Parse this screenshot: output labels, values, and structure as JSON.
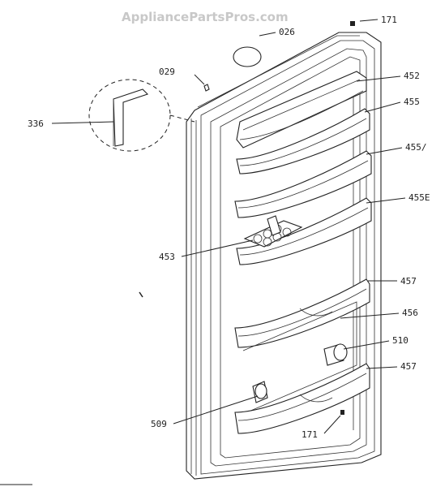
{
  "watermark": "AppliancePartsPros.com",
  "labels": {
    "p026": "026",
    "p029": "029",
    "p171_top": "171",
    "p171_bottom": "171",
    "p336": "336",
    "p452": "452",
    "p455": "455",
    "p455a": "455/",
    "p455b": "455E",
    "p453": "453",
    "p457_top": "457",
    "p456": "456",
    "p510": "510",
    "p457_bottom": "457",
    "p509": "509"
  }
}
